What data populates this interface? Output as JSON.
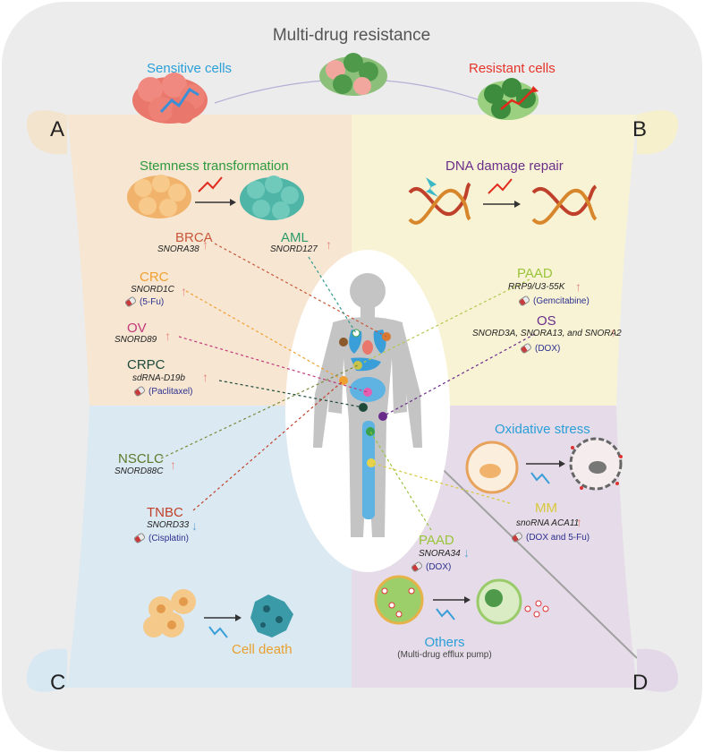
{
  "title": "Multi-drug resistance",
  "top": {
    "sensitive": "Sensitive cells",
    "resistant": "Resistant cells"
  },
  "corners": {
    "a": "A",
    "b": "B",
    "c": "C",
    "d": "D"
  },
  "sections": {
    "stemness": "Stemness transformation",
    "dna": "DNA damage repair",
    "oxidative": "Oxidative stress",
    "cell_death": "Cell death",
    "others": "Others",
    "others_sub": "(Multi-drug efflux pump)"
  },
  "entries": {
    "brca": {
      "name": "BRCA",
      "sno": "SNORA38"
    },
    "aml": {
      "name": "AML",
      "sno": "SNORD127"
    },
    "crc": {
      "name": "CRC",
      "sno": "SNORD1C",
      "drug": "(5-Fu)"
    },
    "ov": {
      "name": "OV",
      "sno": "SNORD89"
    },
    "crpc": {
      "name": "CRPC",
      "sno": "sdRNA-D19b",
      "drug": "(Paclitaxel)"
    },
    "paad1": {
      "name": "PAAD",
      "sno": "RRP9/U3-55K",
      "drug": "(Gemcitabine)"
    },
    "os": {
      "name": "OS",
      "sno": "SNORD3A, SNORA13, and SNORA2",
      "drug": "(DOX)"
    },
    "nsclc": {
      "name": "NSCLC",
      "sno": "SNORD88C"
    },
    "tnbc": {
      "name": "TNBC",
      "sno": "SNORD33",
      "drug": "(Cisplatin)"
    },
    "paad2": {
      "name": "PAAD",
      "sno": "SNORA34",
      "drug": "(DOX)"
    },
    "mm": {
      "name": "MM",
      "sno": "snoRNA ACA11",
      "drug": "(DOX and 5-Fu)"
    }
  },
  "colors": {
    "quadrant_a": "#f6e6d2",
    "quadrant_b": "#f8f3d4",
    "quadrant_c": "#dbe9f2",
    "quadrant_d": "#e6dbe8",
    "frame": "#ececec",
    "up_arrow": "#e8877e",
    "down_arrow": "#6aa6d6"
  }
}
